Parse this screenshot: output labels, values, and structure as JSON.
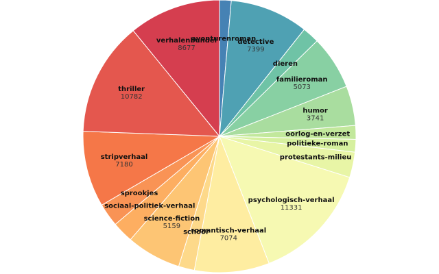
{
  "chart_data": {
    "type": "pie",
    "start_angle_deg": 90,
    "direction": "clockwise",
    "slices": [
      {
        "label": "avonturenroman",
        "value": 1100,
        "value_label": "",
        "color": "#4682b4"
      },
      {
        "label": "detective",
        "value": 7399,
        "value_label": "7399",
        "color": "#4fa1b3"
      },
      {
        "label": "dieren",
        "value": 1600,
        "value_label": "",
        "color": "#6fc3a6"
      },
      {
        "label": "familieroman",
        "value": 5073,
        "value_label": "5073",
        "color": "#88d0a3"
      },
      {
        "label": "humor",
        "value": 3741,
        "value_label": "3741",
        "color": "#a9dd9f"
      },
      {
        "label": "oorlog-en-verzet",
        "value": 1300,
        "value_label": "",
        "color": "#c2e89c"
      },
      {
        "label": "politieke-roman",
        "value": 1200,
        "value_label": "",
        "color": "#d6f09f"
      },
      {
        "label": "protestants-milieu",
        "value": 2400,
        "value_label": "",
        "color": "#e8f5a6"
      },
      {
        "label": "psychologisch-verhaal",
        "value": 11331,
        "value_label": "11331",
        "color": "#f6f9b2"
      },
      {
        "label": "romantisch-verhaal",
        "value": 7074,
        "value_label": "7074",
        "color": "#feeda1"
      },
      {
        "label": "school",
        "value": 1500,
        "value_label": "",
        "color": "#fdd98a"
      },
      {
        "label": "science-fiction",
        "value": 5159,
        "value_label": "5159",
        "color": "#fdc574"
      },
      {
        "label": "sociaal-politiek-verhaal",
        "value": 2000,
        "value_label": "",
        "color": "#fdae61"
      },
      {
        "label": "sprookjes",
        "value": 2200,
        "value_label": "",
        "color": "#f99355"
      },
      {
        "label": "stripverhaal",
        "value": 7180,
        "value_label": "7180",
        "color": "#f57748"
      },
      {
        "label": "thriller",
        "value": 10782,
        "value_label": "10782",
        "color": "#e4574e"
      },
      {
        "label": "verhalenbundel",
        "value": 8677,
        "value_label": "8677",
        "color": "#d53e4f"
      }
    ]
  }
}
